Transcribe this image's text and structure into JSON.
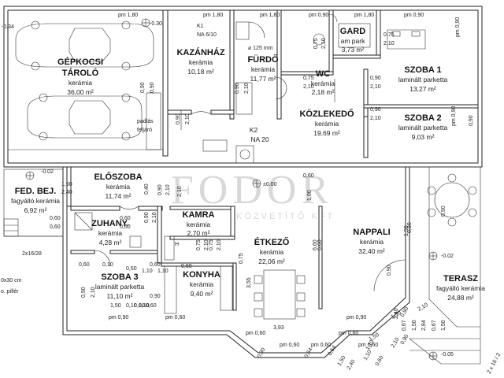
{
  "watermark": {
    "brand": "FODOR",
    "sub": "KÖZVETÍTŐ KFT"
  },
  "rooms": [
    {
      "name": "GÉPKOCSI",
      "name2": "TÁROLÓ",
      "material": "kerámia",
      "area": "36,00 m²"
    },
    {
      "name": "KAZÁNHÁZ",
      "material": "kerámia",
      "area": "10,18 m²"
    },
    {
      "name": "FÜRDŐ",
      "material": "kerámia",
      "area": "11,77 m²"
    },
    {
      "name": "GARD",
      "material": "am park",
      "area": "3,73 m²"
    },
    {
      "name": "WC",
      "material": "kerámia",
      "area": "2,18 m²"
    },
    {
      "name": "SZOBA 1",
      "material": "laminált parketta",
      "area": "13,27 m²"
    },
    {
      "name": "KÖZLEKEDŐ",
      "material": "kerámia",
      "area": "19,69 m²"
    },
    {
      "name": "SZOBA 2",
      "material": "laminált parketta",
      "area": "9,03 m²"
    },
    {
      "name": "ELŐSZOBA",
      "material": "kerámia",
      "area": "11,74 m²"
    },
    {
      "name": "FED. BEJ.",
      "material": "fagyálló kerámia",
      "area": "6,92 m²"
    },
    {
      "name": "ZUHANY.",
      "material": "kerámia",
      "area": "4,28 m²"
    },
    {
      "name": "KAMRA",
      "material": "kerámia",
      "area": "2,70 m²"
    },
    {
      "name": "ÉTKEZŐ",
      "material": "kerámia",
      "area": "22,06 m²"
    },
    {
      "name": "NAPPALI",
      "material": "kerámia",
      "area": "32,40 m²"
    },
    {
      "name": "SZOBA 3",
      "material": "laminált parketta",
      "area": "11,10 m²"
    },
    {
      "name": "KONYHA",
      "material": "kerámia",
      "area": "9,40 m²"
    },
    {
      "name": "TERASZ",
      "material": "fagyálló kerámia",
      "area": "24,88 m²"
    }
  ],
  "labels": {
    "k1": "K1",
    "k1_size": "NA 6/10",
    "k2": "K2",
    "k2_size": "NA 20",
    "padlas1": "padlás",
    "padlas2": "feljáró",
    "pillar1": "0x30 cm",
    "pillar2": "o. pillér",
    "stair": "2x16/28",
    "shower_dim": "⌀ 125 mm",
    "level_main": "±0.00",
    "level_a": "-0.02",
    "level_b": "-0.02",
    "level_c": "-0.05",
    "level_d": "-0.34",
    "level_e": "-0.30",
    "table_dim": "3,93",
    "terrace_dim": "2 x 16 / 2",
    "hatch": "H"
  },
  "dims": [
    "pm 1,80",
    "pm 1,80",
    "pm 1,80",
    "pm 0,90",
    "pm 1,80",
    "pm 0,90",
    "pm 0,90",
    "pm 0,90",
    "0,75",
    "2,10",
    "0,90",
    "0,90",
    "0,75",
    "2,10",
    "0,90",
    "2,10",
    "0,90",
    "2,10",
    "0,90",
    "2,10",
    "0,75",
    "2,10",
    "0,90",
    "2,10",
    "0,90",
    "2,10",
    "1,50",
    "2,40",
    "0,60",
    "0,60",
    "0,60",
    "0,60",
    "0,90",
    "2,10",
    "0,75",
    "2,10",
    "0,75",
    "2,10",
    "0,90",
    "2,10",
    "1,10",
    "1,10",
    "3,55",
    "6,60",
    "6,60",
    "0,90",
    "0,60",
    "0,10",
    "0,60",
    "0,50",
    "0,60",
    "pm 0,90",
    "pm 0,60",
    "pm 0,60",
    "pm 0,60",
    "pm 0,90",
    "pm 0,60",
    "pm 0,60",
    "pm 0,60",
    "0,90",
    "2,40",
    "0,67",
    "1,50",
    "2,84",
    "0,67",
    "1,50",
    "0,90",
    "0,90",
    "0,90",
    "1,10",
    "1,10",
    "0,60",
    "1,00",
    "0,40",
    "2,10",
    "0,75",
    "1,50",
    "1,50",
    "1,50",
    "2,10",
    "0,90",
    "0,90",
    "0,64",
    "0,64",
    "1,50",
    "2,40",
    "2,10",
    "0,60",
    "1,50",
    "0,10",
    "0,10",
    "0,10",
    "0,60",
    "0,90"
  ]
}
